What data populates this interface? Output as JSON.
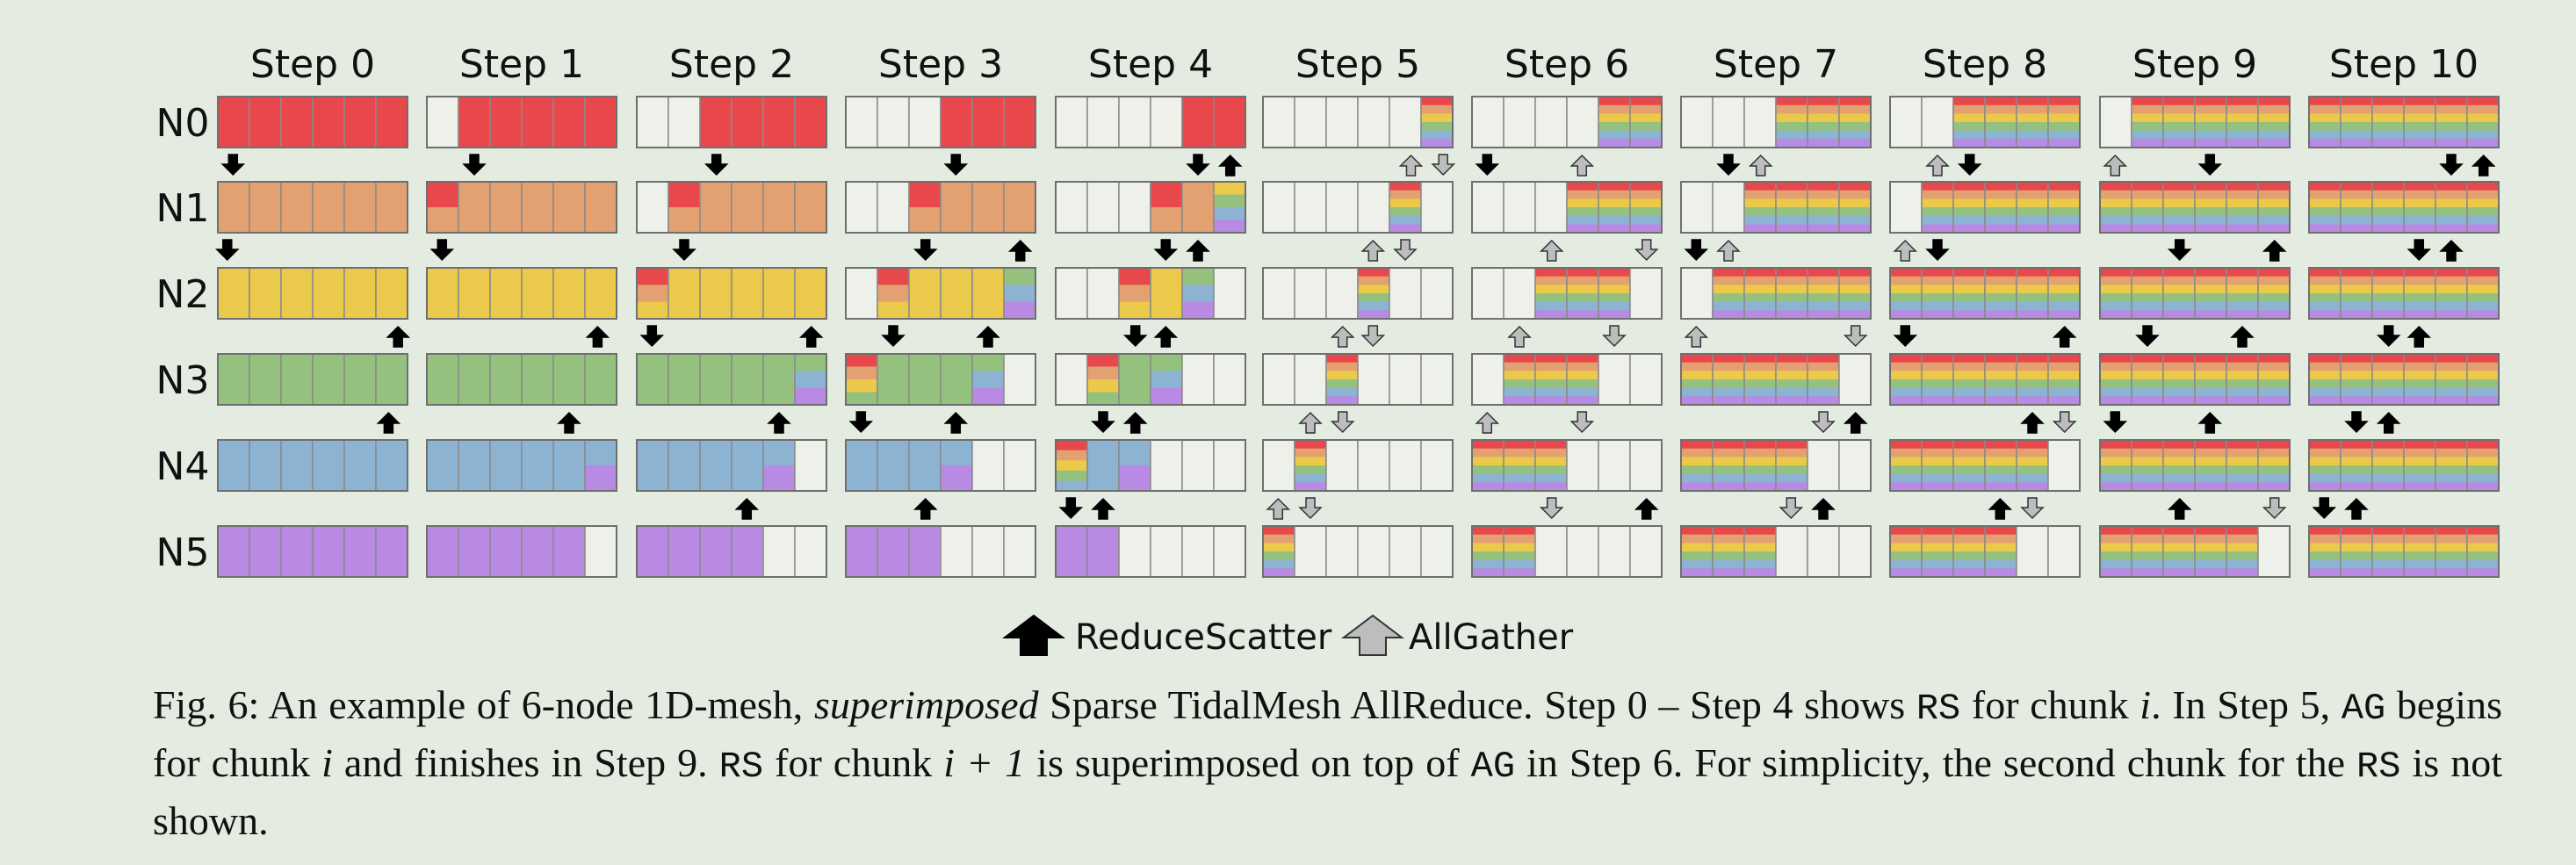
{
  "steps": [
    "Step 0",
    "Step 1",
    "Step 2",
    "Step 3",
    "Step 4",
    "Step 5",
    "Step 6",
    "Step 7",
    "Step 8",
    "Step 9",
    "Step 10"
  ],
  "nodes": [
    "N0",
    "N1",
    "N2",
    "N3",
    "N4",
    "N5"
  ],
  "colors": {
    "background": "#e4ebe1",
    "empty": "#eef0ea",
    "border": "#8a8a8a",
    "N0": "#e8474c",
    "N1": "#e3a070",
    "N2": "#ebc94a",
    "N3": "#94c27e",
    "N4": "#8cb3d1",
    "N5": "#b88ae3",
    "reduce_scatter_arrow": "#000000",
    "all_gather_arrow": "#bdbdbd"
  },
  "legend": {
    "reduce_scatter": "ReduceScatter",
    "all_gather": "AllGather"
  },
  "grid": [
    [
      [
        "N0",
        "N0",
        "N0",
        "N0",
        "N0",
        "N0"
      ],
      [
        "N1",
        "N1",
        "N1",
        "N1",
        "N1",
        "N1"
      ],
      [
        "N2",
        "N2",
        "N2",
        "N2",
        "N2",
        "N2"
      ],
      [
        "N3",
        "N3",
        "N3",
        "N3",
        "N3",
        "N3"
      ],
      [
        "N4",
        "N4",
        "N4",
        "N4",
        "N4",
        "N4"
      ],
      [
        "N5",
        "N5",
        "N5",
        "N5",
        "N5",
        "N5"
      ]
    ],
    [
      [
        "E",
        "N0",
        "N0",
        "N0",
        "N0",
        "N0"
      ],
      [
        "S2",
        "N1",
        "N1",
        "N1",
        "N1",
        "N1"
      ],
      [
        "N2",
        "N2",
        "N2",
        "N2",
        "N2",
        "N2"
      ],
      [
        "N3",
        "N3",
        "N3",
        "N3",
        "N3",
        "N3"
      ],
      [
        "N4",
        "N4",
        "N4",
        "N4",
        "N4",
        "S2b"
      ],
      [
        "N5",
        "N5",
        "N5",
        "N5",
        "N5",
        "E"
      ]
    ],
    [
      [
        "E",
        "E",
        "N0",
        "N0",
        "N0",
        "N0"
      ],
      [
        "E",
        "S2",
        "N1",
        "N1",
        "N1",
        "N1"
      ],
      [
        "S3",
        "N2",
        "N2",
        "N2",
        "N2",
        "N2"
      ],
      [
        "N3",
        "N3",
        "N3",
        "N3",
        "N3",
        "S3b"
      ],
      [
        "N4",
        "N4",
        "N4",
        "N4",
        "S2b",
        "E"
      ],
      [
        "N5",
        "N5",
        "N5",
        "N5",
        "E",
        "E"
      ]
    ],
    [
      [
        "E",
        "E",
        "E",
        "N0",
        "N0",
        "N0"
      ],
      [
        "E",
        "E",
        "S2",
        "N1",
        "N1",
        "N1"
      ],
      [
        "E",
        "S3",
        "N2",
        "N2",
        "N2",
        "S3b"
      ],
      [
        "S4",
        "N3",
        "N3",
        "N3",
        "S3b",
        "E"
      ],
      [
        "N4",
        "N4",
        "N4",
        "S2b",
        "E",
        "E"
      ],
      [
        "N5",
        "N5",
        "N5",
        "E",
        "E",
        "E"
      ]
    ],
    [
      [
        "E",
        "E",
        "E",
        "E",
        "N0",
        "N0"
      ],
      [
        "E",
        "E",
        "E",
        "S2",
        "N1",
        "S4b"
      ],
      [
        "E",
        "E",
        "S3",
        "N2",
        "S3b",
        "E"
      ],
      [
        "E",
        "S4",
        "N3",
        "S3b",
        "E",
        "E"
      ],
      [
        "S5",
        "N4",
        "S2b",
        "E",
        "E",
        "E"
      ],
      [
        "N5",
        "N5",
        "E",
        "E",
        "E",
        "E"
      ]
    ],
    [
      [
        "E",
        "E",
        "E",
        "E",
        "E",
        "F"
      ],
      [
        "E",
        "E",
        "E",
        "E",
        "F",
        "E"
      ],
      [
        "E",
        "E",
        "E",
        "F",
        "E",
        "E"
      ],
      [
        "E",
        "E",
        "F",
        "E",
        "E",
        "E"
      ],
      [
        "E",
        "F",
        "E",
        "E",
        "E",
        "E"
      ],
      [
        "F",
        "E",
        "E",
        "E",
        "E",
        "E"
      ]
    ],
    [
      [
        "E",
        "E",
        "E",
        "E",
        "F",
        "F"
      ],
      [
        "E",
        "E",
        "E",
        "F",
        "F",
        "F"
      ],
      [
        "E",
        "E",
        "F",
        "F",
        "F",
        "E"
      ],
      [
        "E",
        "F",
        "F",
        "F",
        "E",
        "E"
      ],
      [
        "F",
        "F",
        "F",
        "E",
        "E",
        "E"
      ],
      [
        "F",
        "F",
        "E",
        "E",
        "E",
        "E"
      ]
    ],
    [
      [
        "E",
        "E",
        "E",
        "F",
        "F",
        "F"
      ],
      [
        "E",
        "E",
        "F",
        "F",
        "F",
        "F"
      ],
      [
        "E",
        "F",
        "F",
        "F",
        "F",
        "F"
      ],
      [
        "F",
        "F",
        "F",
        "F",
        "F",
        "E"
      ],
      [
        "F",
        "F",
        "F",
        "F",
        "E",
        "E"
      ],
      [
        "F",
        "F",
        "F",
        "E",
        "E",
        "E"
      ]
    ],
    [
      [
        "E",
        "E",
        "F",
        "F",
        "F",
        "F"
      ],
      [
        "E",
        "F",
        "F",
        "F",
        "F",
        "F"
      ],
      [
        "F",
        "F",
        "F",
        "F",
        "F",
        "F"
      ],
      [
        "F",
        "F",
        "F",
        "F",
        "F",
        "F"
      ],
      [
        "F",
        "F",
        "F",
        "F",
        "F",
        "E"
      ],
      [
        "F",
        "F",
        "F",
        "F",
        "E",
        "E"
      ]
    ],
    [
      [
        "E",
        "F",
        "F",
        "F",
        "F",
        "F"
      ],
      [
        "F",
        "F",
        "F",
        "F",
        "F",
        "F"
      ],
      [
        "F",
        "F",
        "F",
        "F",
        "F",
        "F"
      ],
      [
        "F",
        "F",
        "F",
        "F",
        "F",
        "F"
      ],
      [
        "F",
        "F",
        "F",
        "F",
        "F",
        "F"
      ],
      [
        "F",
        "F",
        "F",
        "F",
        "F",
        "E"
      ]
    ],
    [
      [
        "F",
        "F",
        "F",
        "F",
        "F",
        "F"
      ],
      [
        "F",
        "F",
        "F",
        "F",
        "F",
        "F"
      ],
      [
        "F",
        "F",
        "F",
        "F",
        "F",
        "F"
      ],
      [
        "F",
        "F",
        "F",
        "F",
        "F",
        "F"
      ],
      [
        "F",
        "F",
        "F",
        "F",
        "F",
        "F"
      ],
      [
        "F",
        "F",
        "F",
        "F",
        "F",
        "F"
      ]
    ]
  ],
  "stacks": {
    "F": [
      "N0",
      "N1",
      "N2",
      "N3",
      "N4",
      "N5"
    ],
    "S2": [
      "N0",
      "N1"
    ],
    "S3": [
      "N0",
      "N1",
      "N2"
    ],
    "S4": [
      "N0",
      "N1",
      "N2",
      "N3"
    ],
    "S5": [
      "N0",
      "N1",
      "N2",
      "N3",
      "N4"
    ],
    "S2b": [
      "N4",
      "N5"
    ],
    "S3b": [
      "N3",
      "N4",
      "N5"
    ],
    "S4b": [
      "N2",
      "N3",
      "N4",
      "N5"
    ]
  },
  "arrows": [
    [
      0,
      0,
      0.08,
      "rs",
      "down"
    ],
    [
      0,
      1,
      0.05,
      "rs",
      "down"
    ],
    [
      0,
      2,
      0.95,
      "rs",
      "up"
    ],
    [
      0,
      3,
      0.9,
      "rs",
      "up"
    ],
    [
      1,
      0,
      0.25,
      "rs",
      "down"
    ],
    [
      1,
      1,
      0.08,
      "rs",
      "down"
    ],
    [
      1,
      2,
      0.9,
      "rs",
      "up"
    ],
    [
      1,
      3,
      0.75,
      "rs",
      "up"
    ],
    [
      2,
      0,
      0.42,
      "rs",
      "down"
    ],
    [
      2,
      1,
      0.25,
      "rs",
      "down"
    ],
    [
      2,
      2,
      0.08,
      "rs",
      "down"
    ],
    [
      2,
      2,
      0.92,
      "rs",
      "up"
    ],
    [
      2,
      3,
      0.75,
      "rs",
      "up"
    ],
    [
      2,
      4,
      0.58,
      "rs",
      "up"
    ],
    [
      3,
      0,
      0.58,
      "rs",
      "down"
    ],
    [
      3,
      1,
      0.42,
      "rs",
      "down"
    ],
    [
      3,
      1,
      0.92,
      "rs",
      "up"
    ],
    [
      3,
      2,
      0.25,
      "rs",
      "down"
    ],
    [
      3,
      2,
      0.75,
      "rs",
      "up"
    ],
    [
      3,
      3,
      0.08,
      "rs",
      "down"
    ],
    [
      3,
      3,
      0.58,
      "rs",
      "up"
    ],
    [
      3,
      4,
      0.42,
      "rs",
      "up"
    ],
    [
      4,
      0,
      0.75,
      "rs",
      "down"
    ],
    [
      4,
      0,
      0.92,
      "rs",
      "up"
    ],
    [
      4,
      1,
      0.58,
      "rs",
      "down"
    ],
    [
      4,
      1,
      0.75,
      "rs",
      "up"
    ],
    [
      4,
      2,
      0.42,
      "rs",
      "down"
    ],
    [
      4,
      2,
      0.58,
      "rs",
      "up"
    ],
    [
      4,
      3,
      0.25,
      "rs",
      "down"
    ],
    [
      4,
      3,
      0.42,
      "rs",
      "up"
    ],
    [
      4,
      4,
      0.08,
      "rs",
      "down"
    ],
    [
      4,
      4,
      0.25,
      "rs",
      "up"
    ],
    [
      5,
      0,
      0.78,
      "ag",
      "up"
    ],
    [
      5,
      0,
      0.95,
      "ag",
      "down"
    ],
    [
      5,
      1,
      0.58,
      "ag",
      "up"
    ],
    [
      5,
      1,
      0.75,
      "ag",
      "down"
    ],
    [
      5,
      2,
      0.42,
      "ag",
      "up"
    ],
    [
      5,
      2,
      0.58,
      "ag",
      "down"
    ],
    [
      5,
      3,
      0.25,
      "ag",
      "up"
    ],
    [
      5,
      3,
      0.42,
      "ag",
      "down"
    ],
    [
      5,
      4,
      0.08,
      "ag",
      "up"
    ],
    [
      5,
      4,
      0.25,
      "ag",
      "down"
    ],
    [
      6,
      0,
      0.08,
      "rs",
      "down"
    ],
    [
      6,
      0,
      0.58,
      "ag",
      "up"
    ],
    [
      6,
      1,
      0.42,
      "ag",
      "up"
    ],
    [
      6,
      1,
      0.92,
      "ag",
      "down"
    ],
    [
      6,
      2,
      0.25,
      "ag",
      "up"
    ],
    [
      6,
      2,
      0.75,
      "ag",
      "down"
    ],
    [
      6,
      3,
      0.08,
      "ag",
      "up"
    ],
    [
      6,
      3,
      0.58,
      "ag",
      "down"
    ],
    [
      6,
      4,
      0.42,
      "ag",
      "down"
    ],
    [
      6,
      4,
      0.92,
      "rs",
      "up"
    ],
    [
      7,
      0,
      0.25,
      "rs",
      "down"
    ],
    [
      7,
      0,
      0.42,
      "ag",
      "up"
    ],
    [
      7,
      1,
      0.08,
      "rs",
      "down"
    ],
    [
      7,
      1,
      0.25,
      "ag",
      "up"
    ],
    [
      7,
      2,
      0.08,
      "ag",
      "up"
    ],
    [
      7,
      2,
      0.92,
      "ag",
      "down"
    ],
    [
      7,
      3,
      0.75,
      "ag",
      "down"
    ],
    [
      7,
      3,
      0.92,
      "rs",
      "up"
    ],
    [
      7,
      4,
      0.58,
      "ag",
      "down"
    ],
    [
      7,
      4,
      0.75,
      "rs",
      "up"
    ],
    [
      8,
      0,
      0.25,
      "ag",
      "up"
    ],
    [
      8,
      0,
      0.42,
      "rs",
      "down"
    ],
    [
      8,
      1,
      0.08,
      "ag",
      "up"
    ],
    [
      8,
      1,
      0.25,
      "rs",
      "down"
    ],
    [
      8,
      2,
      0.08,
      "rs",
      "down"
    ],
    [
      8,
      2,
      0.92,
      "rs",
      "up"
    ],
    [
      8,
      3,
      0.75,
      "rs",
      "up"
    ],
    [
      8,
      3,
      0.92,
      "ag",
      "down"
    ],
    [
      8,
      4,
      0.58,
      "rs",
      "up"
    ],
    [
      8,
      4,
      0.75,
      "ag",
      "down"
    ],
    [
      9,
      0,
      0.08,
      "ag",
      "up"
    ],
    [
      9,
      0,
      0.58,
      "rs",
      "down"
    ],
    [
      9,
      1,
      0.42,
      "rs",
      "down"
    ],
    [
      9,
      1,
      0.92,
      "rs",
      "up"
    ],
    [
      9,
      2,
      0.25,
      "rs",
      "down"
    ],
    [
      9,
      2,
      0.75,
      "rs",
      "up"
    ],
    [
      9,
      3,
      0.08,
      "rs",
      "down"
    ],
    [
      9,
      3,
      0.58,
      "rs",
      "up"
    ],
    [
      9,
      4,
      0.42,
      "rs",
      "up"
    ],
    [
      9,
      4,
      0.92,
      "ag",
      "down"
    ],
    [
      10,
      0,
      0.75,
      "rs",
      "down"
    ],
    [
      10,
      0,
      0.92,
      "rs",
      "up"
    ],
    [
      10,
      1,
      0.58,
      "rs",
      "down"
    ],
    [
      10,
      1,
      0.75,
      "rs",
      "up"
    ],
    [
      10,
      2,
      0.42,
      "rs",
      "down"
    ],
    [
      10,
      2,
      0.58,
      "rs",
      "up"
    ],
    [
      10,
      3,
      0.25,
      "rs",
      "down"
    ],
    [
      10,
      3,
      0.42,
      "rs",
      "up"
    ],
    [
      10,
      4,
      0.08,
      "rs",
      "down"
    ],
    [
      10,
      4,
      0.25,
      "rs",
      "up"
    ]
  ],
  "caption": {
    "part1": "Fig. 6: An example of 6-node 1D-mesh, ",
    "part2": "superimposed",
    "part3": " Sparse TidalMesh AllReduce. Step 0 – Step 4 shows ",
    "part4": "RS",
    "part5": " for chunk ",
    "part6": "i",
    "part7": ". In Step 5, ",
    "part8": "AG",
    "part9": " begins for chunk ",
    "part10": "i",
    "part11": " and finishes in Step 9. ",
    "part12": "RS",
    "part13": " for chunk ",
    "part14": "i + 1",
    "part15": " is superimposed on top of ",
    "part16": "AG",
    "part17": " in Step 6. For simplicity, the second chunk for the ",
    "part18": "RS",
    "part19": " is not shown."
  }
}
